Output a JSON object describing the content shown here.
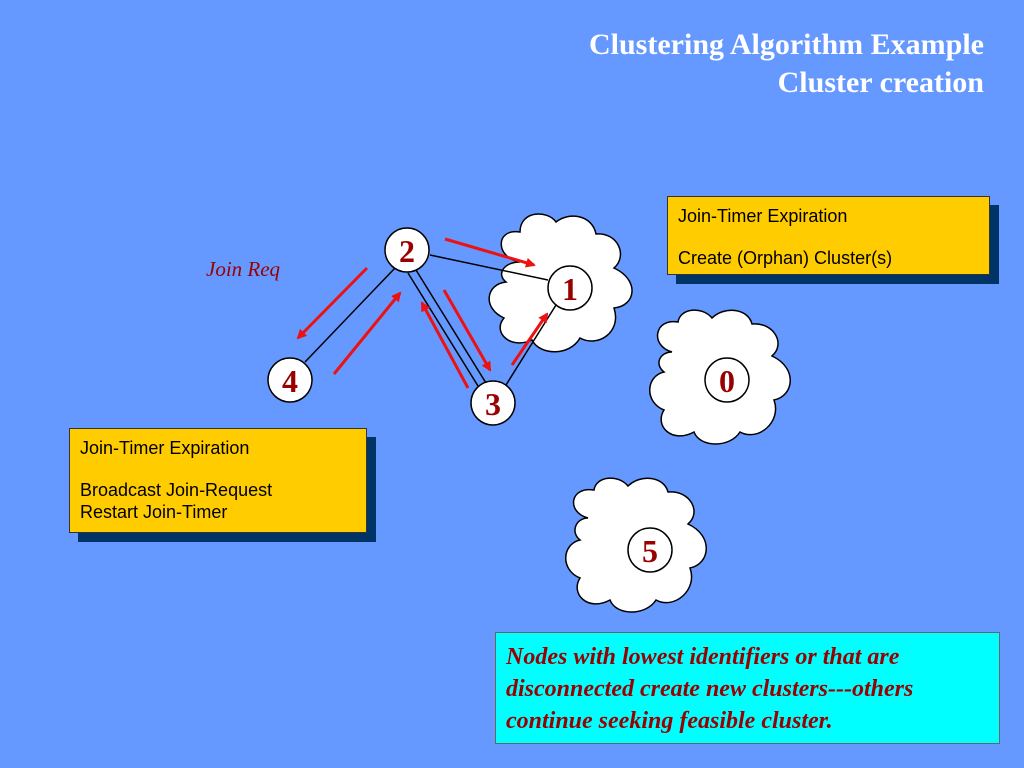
{
  "title": {
    "line1": "Clustering Algorithm Example",
    "line2": "Cluster creation"
  },
  "join_req_label": "Join Req",
  "nodes": [
    {
      "id": "2"
    },
    {
      "id": "1"
    },
    {
      "id": "4"
    },
    {
      "id": "3"
    },
    {
      "id": "0"
    },
    {
      "id": "5"
    }
  ],
  "callout_top": {
    "line1": "Join-Timer Expiration",
    "line2": "Create (Orphan) Cluster(s)"
  },
  "callout_left": {
    "line1": "Join-Timer Expiration",
    "line2": "Broadcast Join-Request",
    "line3": "Restart Join-Timer"
  },
  "note": "Nodes with lowest identifiers or that are disconnected create new clusters---others continue seeking feasible cluster.",
  "colors": {
    "background": "#6699ff",
    "callout": "#ffcc00",
    "note": "#00ffff",
    "arrow": "#ee1111",
    "label": "#990000"
  }
}
